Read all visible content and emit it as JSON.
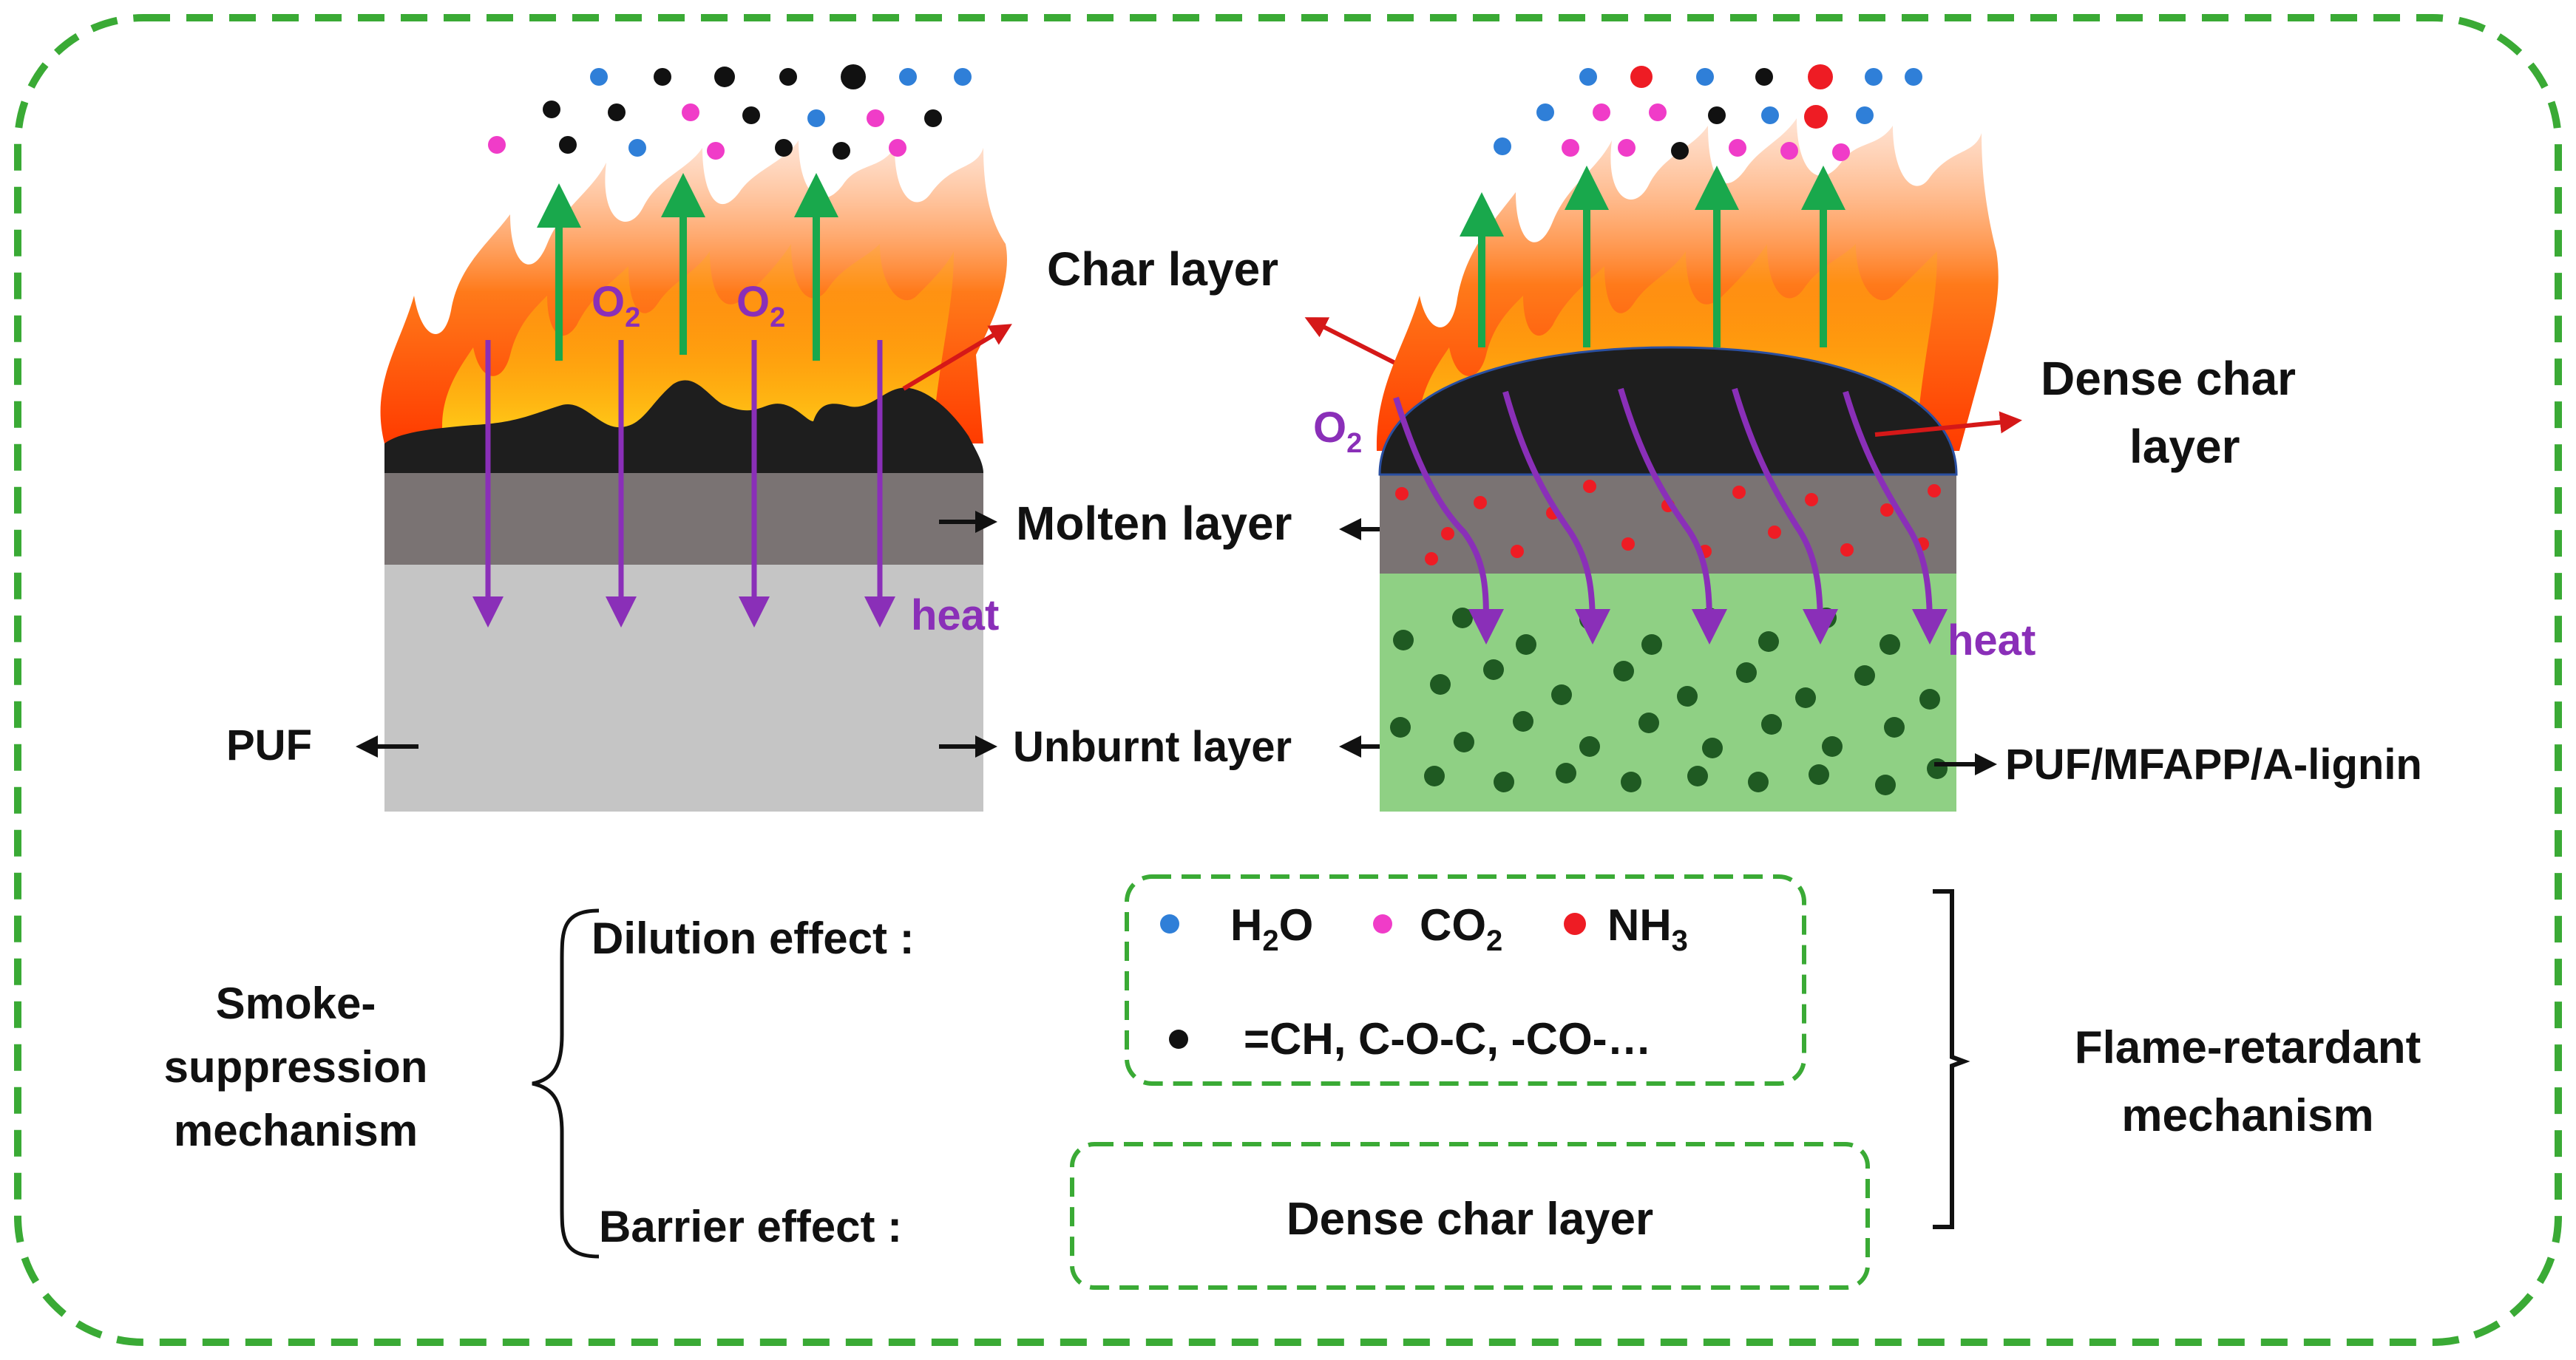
{
  "labels": {
    "char_layer": "Char layer",
    "dense_char_1": "Dense char",
    "dense_char_2": "layer",
    "molten_layer": "Molten layer",
    "unburnt_layer": "Unburnt layer",
    "puf": "PUF",
    "composite": "PUF/MFAPP/A-lignin",
    "o2_main": "O",
    "o2_sub": "2",
    "heat": "heat"
  },
  "mechanism": {
    "dilution": "Dilution effect :",
    "barrier": "Barrier effect :",
    "smoke_1": "Smoke-",
    "smoke_2": "suppression",
    "smoke_3": "mechanism",
    "flame_1": "Flame-retardant",
    "flame_2": "mechanism",
    "dense_char_box": "Dense char layer"
  },
  "legend": {
    "h2o_main": "H",
    "h2o_sub": "2",
    "h2o_tail": "O",
    "co2_main": "CO",
    "co2_sub": "2",
    "nh3_main": "NH",
    "nh3_sub": "3",
    "organics": "=CH, C-O-C, -CO-…"
  },
  "colors": {
    "h2o": "#2f7fd8",
    "co2": "#f03cc8",
    "nh3": "#ee1c24",
    "organic": "#111111",
    "dashed_border": "#3aaa35",
    "purple_arrow": "#8a2fb8",
    "green_arrow": "#19a84c",
    "red_arrow": "#d51818",
    "char": "#1e1e1e",
    "molten": "#7a7373",
    "unburnt": "#c5c5c5",
    "composite_fill": "#8fd084",
    "composite_particle": "#1f5a22"
  }
}
